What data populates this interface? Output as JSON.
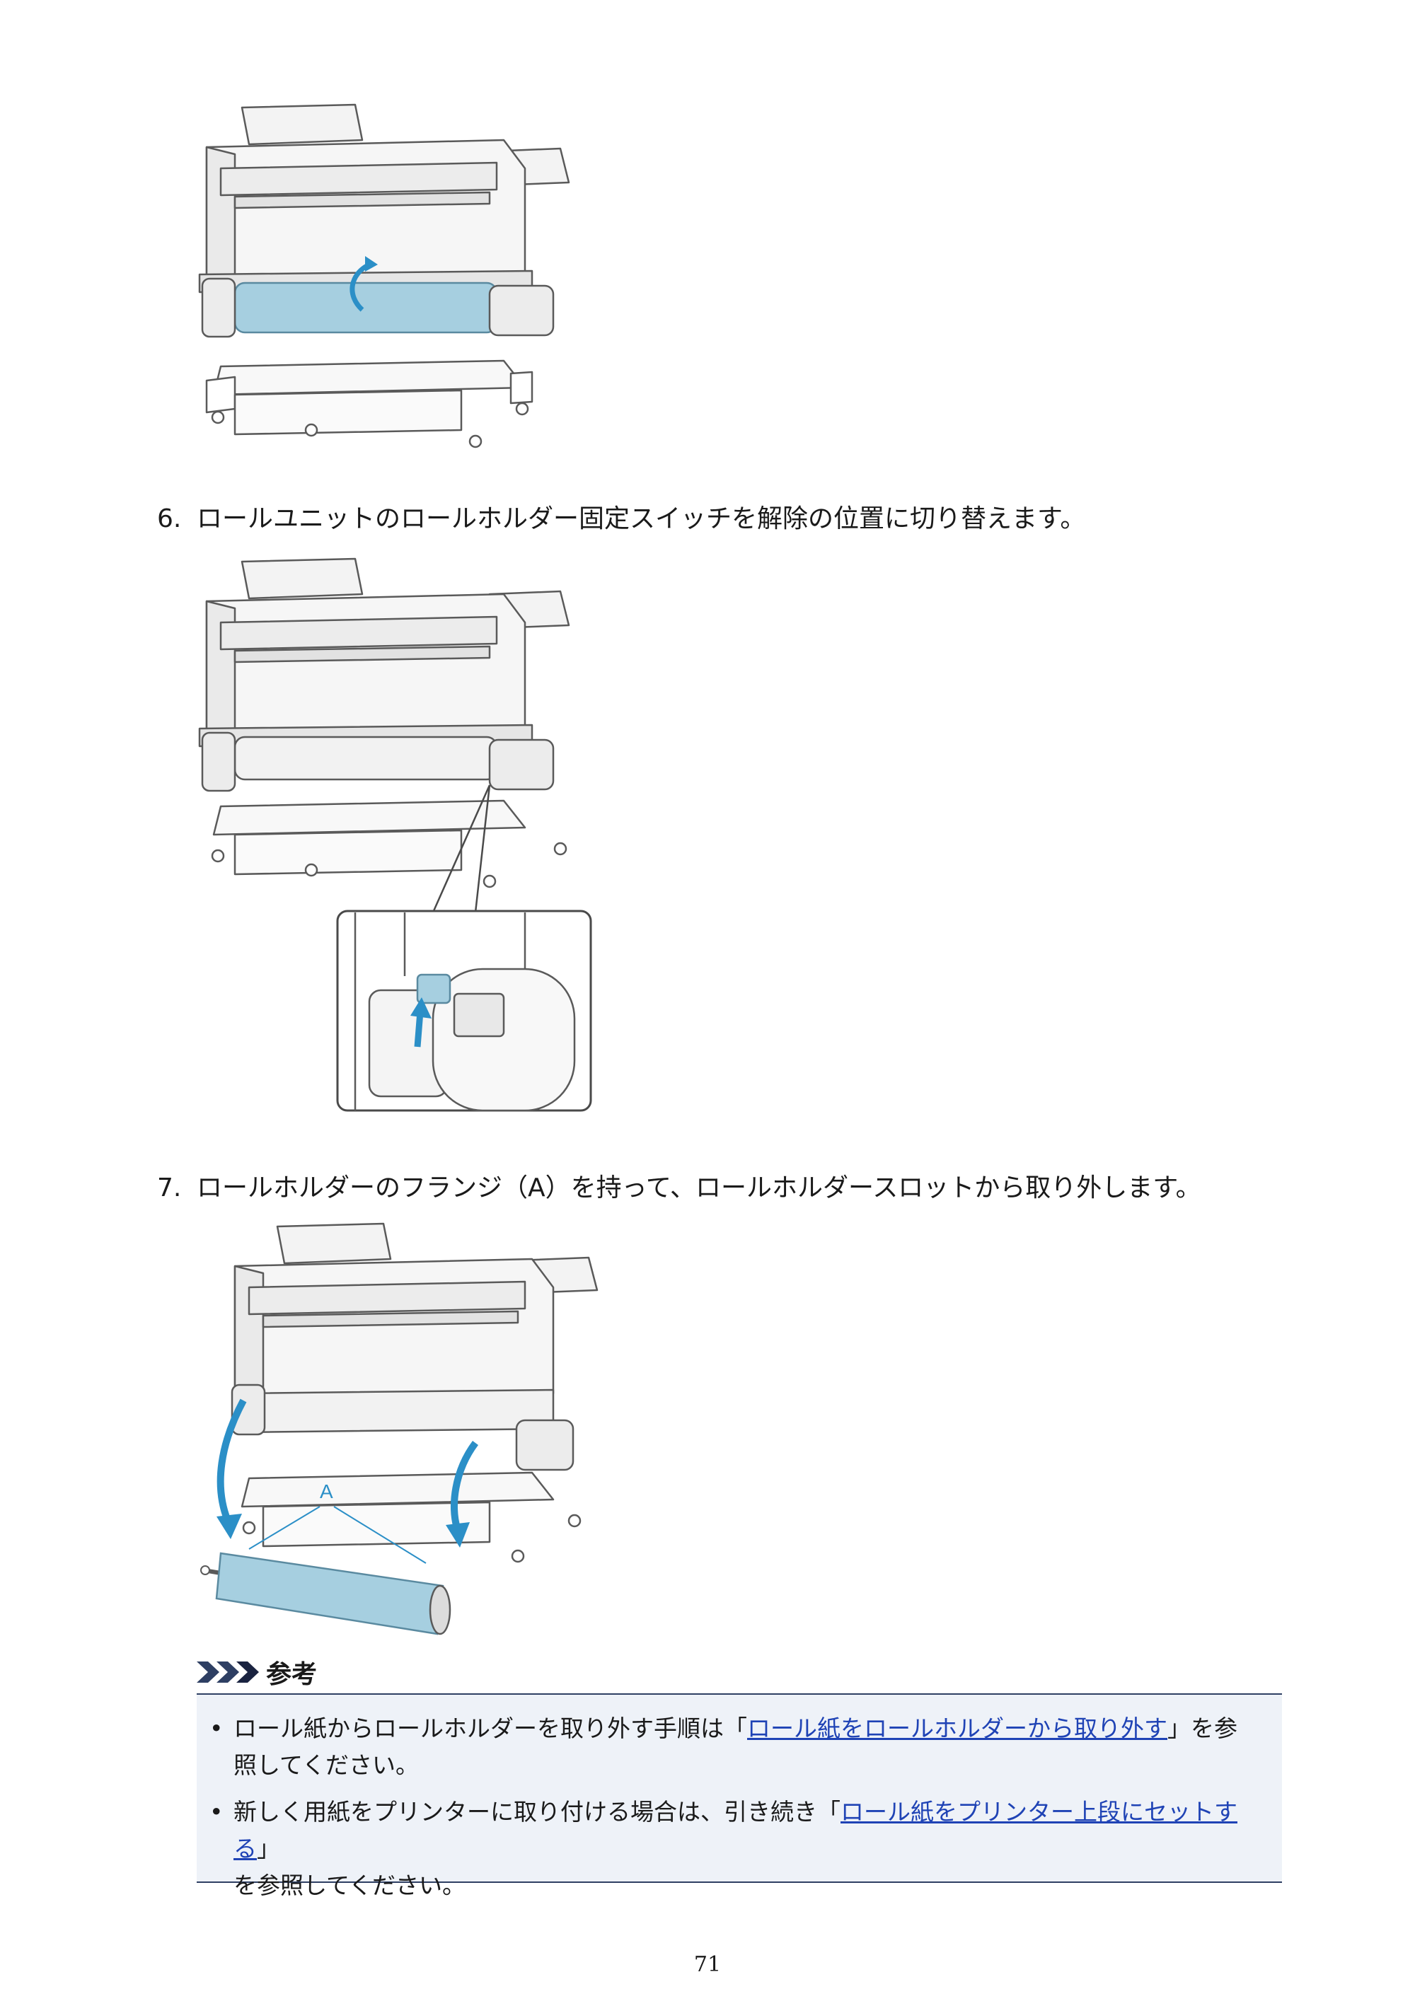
{
  "steps": [
    {
      "number": "6.",
      "text": "ロールユニットのロールホルダー固定スイッチを解除の位置に切り替えます。"
    },
    {
      "number": "7.",
      "text": "ロールホルダーのフランジ（A）を持って、ロールホルダースロットから取り外します。"
    }
  ],
  "figures": {
    "fig3_label_a": "A"
  },
  "note": {
    "heading": "参考",
    "items": [
      {
        "pre": "ロール紙からロールホルダーを取り外す手順は「",
        "link": "ロール紙をロールホルダーから取り外す",
        "post1": "」を参",
        "post2": "照してください。"
      },
      {
        "pre": "新しく用紙をプリンターに取り付ける場合は、引き続き「",
        "link": "ロール紙をプリンター上段にセットする",
        "post1": "」",
        "post2": "を参照してください。"
      }
    ]
  },
  "page_number": "71",
  "colors": {
    "roll_blue": "#a6cfe0",
    "arrow_blue": "#2b8fc7",
    "note_bg": "#eef2f8",
    "link": "#1f43b5"
  }
}
